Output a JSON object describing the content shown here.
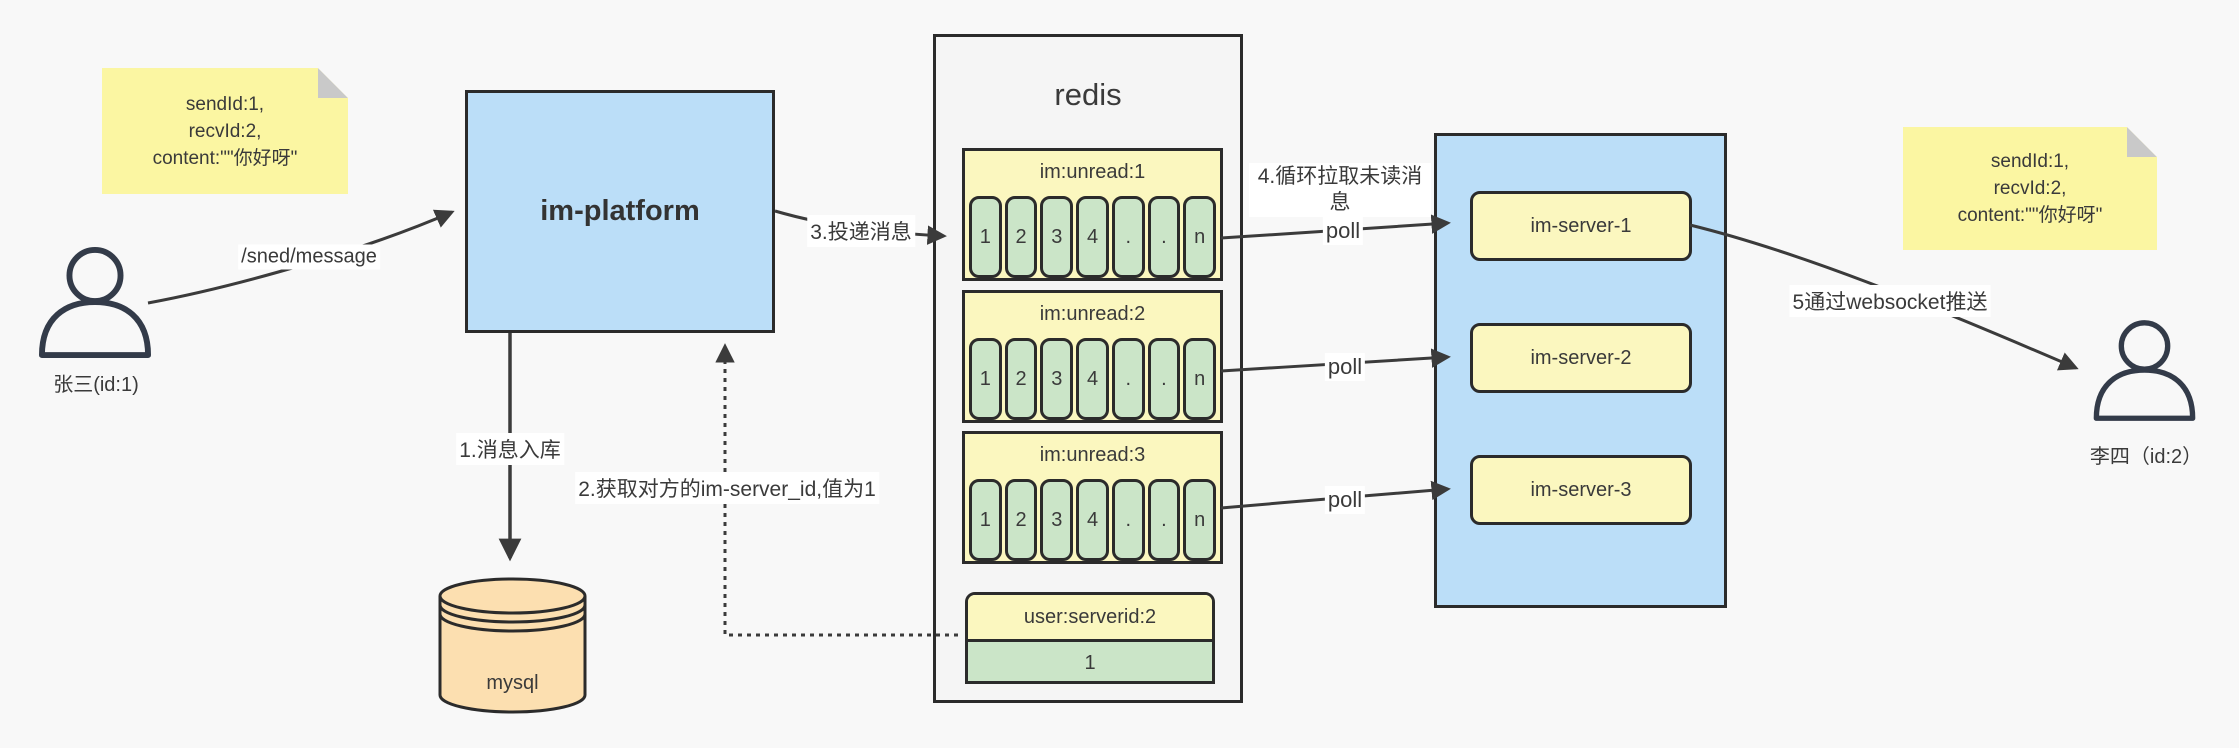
{
  "colors": {
    "background": "#f8f8f8",
    "node_blue": "#bbdef8",
    "note_yellow": "#fbf6a2",
    "block_yellow": "#fbf7bf",
    "cell_green": "#cbe5c8",
    "db_tan": "#fcdfb0",
    "stroke_dark": "#2b2b2b",
    "arrow": "#3b3b3b",
    "redis_fill": "#f5f5f5"
  },
  "sticky_left": {
    "text": "sendId:1,\nrecvId:2,\ncontent:\"\"你好呀\""
  },
  "sticky_right": {
    "text": "sendId:1,\nrecvId:2,\ncontent:\"\"你好呀\""
  },
  "sender": {
    "label": "张三(id:1)"
  },
  "receiver": {
    "label": "李四（id:2）"
  },
  "platform": {
    "label": "im-platform"
  },
  "database": {
    "label": "mysql"
  },
  "redis": {
    "title": "redis",
    "queues": [
      {
        "header": "im:unread:1",
        "cells": [
          "1",
          "2",
          "3",
          "4",
          ".",
          ".",
          "n"
        ]
      },
      {
        "header": "im:unread:2",
        "cells": [
          "1",
          "2",
          "3",
          "4",
          ".",
          ".",
          "n"
        ]
      },
      {
        "header": "im:unread:3",
        "cells": [
          "1",
          "2",
          "3",
          "4",
          ".",
          ".",
          "n"
        ]
      }
    ],
    "kv": {
      "key": "user:serverid:2",
      "value": "1"
    }
  },
  "servers": {
    "items": [
      "im-server-1",
      "im-server-2",
      "im-server-3"
    ]
  },
  "edges": {
    "send": "/sned/message",
    "step1": "1.消息入库",
    "step2": "2.获取对方的im-server_id,值为1",
    "step3": "3.投递消息",
    "step4": "4.循环拉取未读消息",
    "poll": "poll",
    "step5": "5通过websocket推送"
  }
}
